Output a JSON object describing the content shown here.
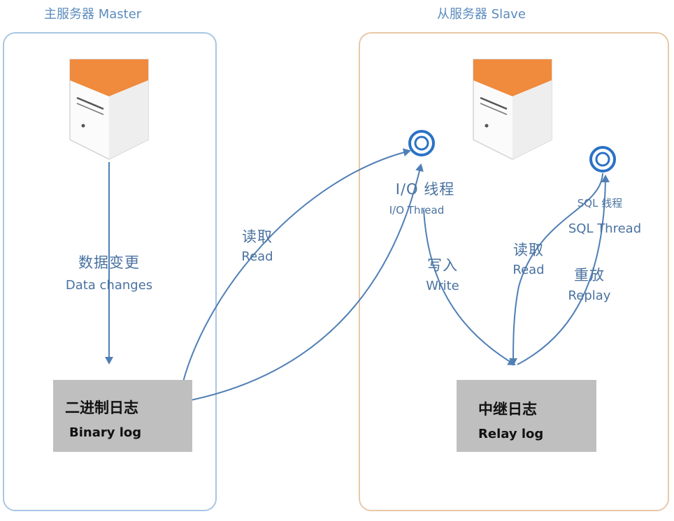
{
  "master": {
    "title": "主服务器 Master",
    "data_changes_zh": "数据变更",
    "data_changes_en": "Data changes",
    "binary_log_zh": "二进制日志",
    "binary_log_en": "Binary log"
  },
  "slave": {
    "title": "从服务器 Slave",
    "io_thread_zh": "I/O 线程",
    "io_thread_en": "I/O Thread",
    "sql_thread_zh": "SQL 线程",
    "sql_thread_en": "SQL Thread",
    "write_zh": "写入",
    "write_en": "Write",
    "read_zh": "读取",
    "read_en": "Read",
    "replay_zh": "重放",
    "replay_en": "Replay",
    "relay_log_zh": "中继日志",
    "relay_log_en": "Relay log"
  },
  "cross": {
    "read_zh": "读取",
    "read_en": "Read"
  },
  "colors": {
    "master_border": "#a9c6e4",
    "slave_border": "#e9c8a8",
    "arrow": "#4f7fb5",
    "thread_icon": "#2a72c6",
    "server_top": "#f08a3c",
    "log_box": "#bfbfbf"
  }
}
